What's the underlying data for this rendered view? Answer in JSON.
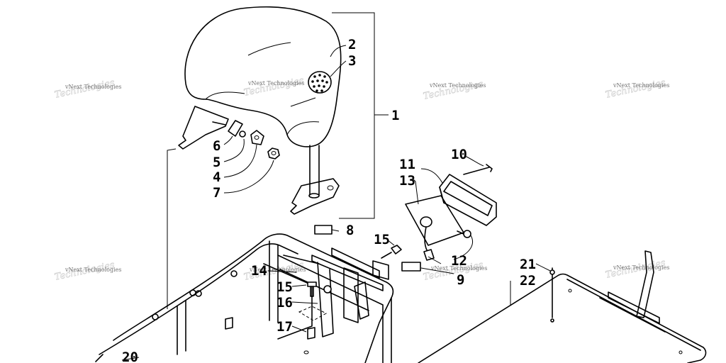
{
  "watermark": "vNext Technologies",
  "callouts": {
    "c1": "1",
    "c2": "2",
    "c3": "3",
    "c4": "4",
    "c5": "5",
    "c6": "6",
    "c7": "7",
    "c8": "8",
    "c9": "9",
    "c10": "10",
    "c11": "11",
    "c12": "12",
    "c13": "13",
    "c14": "14",
    "c15a": "15",
    "c15b": "15",
    "c16": "16",
    "c17": "17",
    "c20": "20",
    "c21": "21",
    "c22": "22"
  }
}
